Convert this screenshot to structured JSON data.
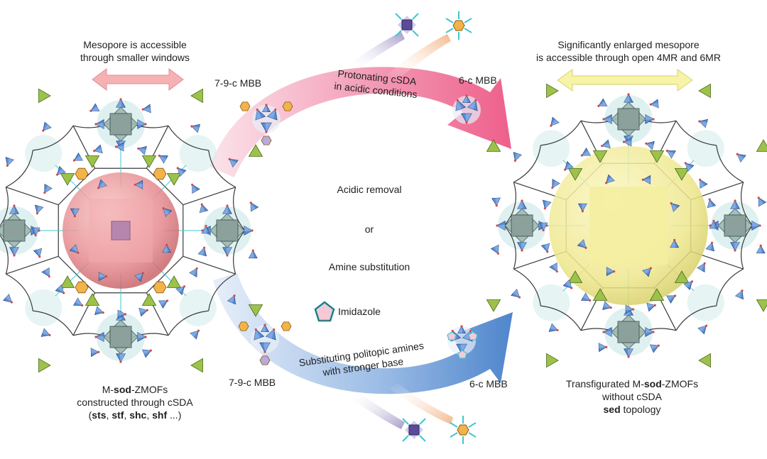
{
  "left_panel": {
    "top_caption_line1": "Mesopore is accessible",
    "top_caption_line2": "through smaller windows",
    "bottom_line1_pre": "M-",
    "bottom_line1_bold": "sod",
    "bottom_line1_post": "-ZMOFs",
    "bottom_line2": "constructed through cSDA",
    "topologies": [
      "sts",
      "stf",
      "shc",
      "shf"
    ],
    "topologies_suffix": "...",
    "arrow_color": "#f2a3a8"
  },
  "right_panel": {
    "top_caption_line1": "Significantly enlarged mesopore",
    "top_caption_line2": "is accessible through open 4MR and 6MR",
    "bottom_line1_pre": "Transfigurated M-",
    "bottom_line1_bold": "sod",
    "bottom_line1_post": "-ZMOFs",
    "bottom_line2": "without cSDA",
    "bottom_line3_bold": "sed",
    "bottom_line3_post": " topology",
    "arrow_color": "#f5f0a0"
  },
  "top_arrow": {
    "text_line1": "Protonating cSDA",
    "text_line2": "in acidic conditions",
    "left_label": "7-9-c MBB",
    "right_label": "6-c MBB",
    "color": "#f06f93"
  },
  "bottom_arrow": {
    "text_line1": "Substituting politopic amines",
    "text_line2": "with stronger base",
    "left_label": "7-9-c MBB",
    "right_label": "6-c MBB",
    "color": "#5f93d0"
  },
  "center": {
    "line1": "Acidic removal",
    "line2": "or",
    "line3": "Amine substitution",
    "legend_label": "Imidazole"
  },
  "colors": {
    "tetra": "#5b8fd6",
    "triangle": "#9cc24a",
    "square": "#8a9e9a",
    "hexagon": "#f2b34a",
    "sphere_left": "#e07b80",
    "sphere_right": "#ece78a",
    "linker": "#3a3a3a",
    "cyan": "#3fc7cf"
  }
}
